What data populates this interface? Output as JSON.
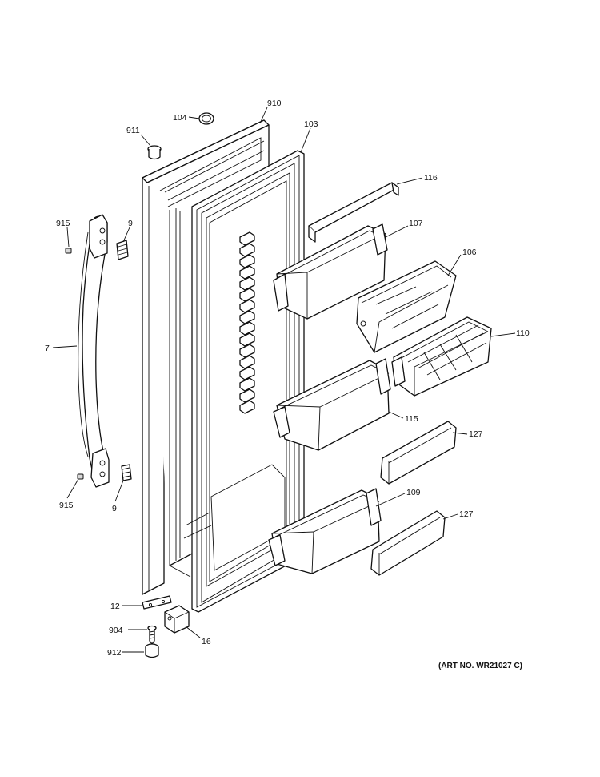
{
  "callouts": {
    "c104": "104",
    "c910": "910",
    "c911": "911",
    "c103": "103",
    "c116": "116",
    "c107": "107",
    "c106": "106",
    "c110": "110",
    "c115": "115",
    "c127a": "127",
    "c109": "109",
    "c127b": "127",
    "c915a": "915",
    "c9a": "9",
    "c7": "7",
    "c915b": "915",
    "c9b": "9",
    "c12": "12",
    "c904": "904",
    "c16": "16",
    "c912": "912"
  },
  "art_number": "(ART NO. WR21027 C)"
}
